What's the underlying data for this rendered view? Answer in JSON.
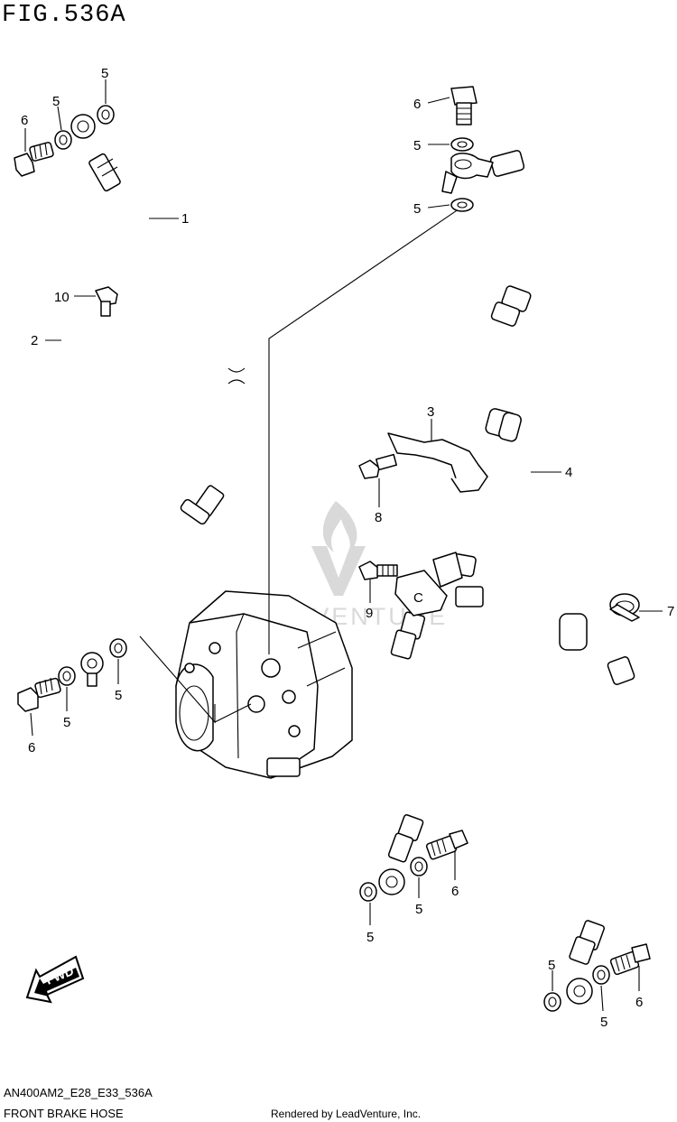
{
  "figure": {
    "title": "FIG.536A",
    "code": "AN400AM2_E28_E33_536A",
    "name": "FRONT BRAKE HOSE",
    "credit": "Rendered by LeadVenture, Inc.",
    "watermark": "LEADVENTURE",
    "fwd_label": "FWD"
  },
  "callouts": {
    "c1": "1",
    "c2": "2",
    "c3": "3",
    "c4": "4",
    "c5": "5",
    "c6": "6",
    "c7": "7",
    "c8": "8",
    "c9": "9",
    "c10": "10",
    "cC": "C"
  },
  "colors": {
    "line": "#000000",
    "background": "#ffffff",
    "watermark": "#d9d9d9"
  },
  "icons": [
    "fwd-arrow-icon",
    "leadventure-logo-icon"
  ]
}
